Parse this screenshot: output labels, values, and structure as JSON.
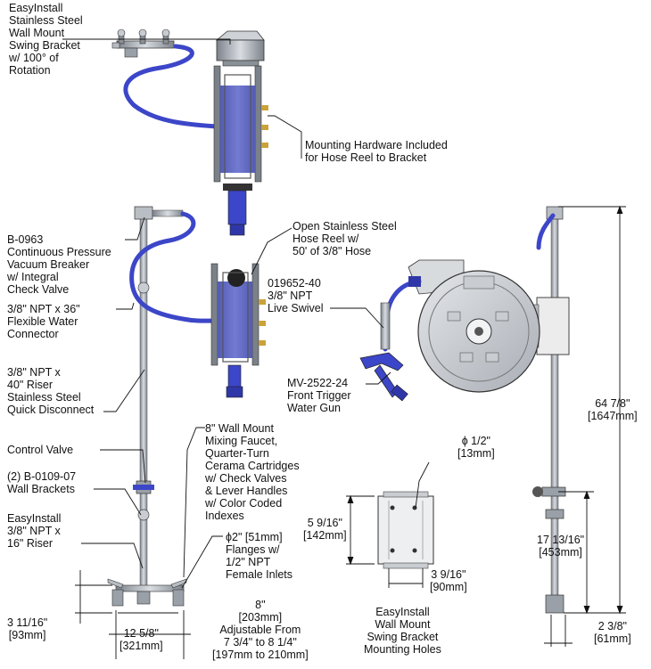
{
  "labels": {
    "swing_bracket": "EasyInstall\nStainless Steel\nWall Mount\nSwing Bracket\nw/ 100° of\nRotation",
    "mounting_hardware": "Mounting Hardware Included\nfor Hose Reel to Bracket",
    "vacuum_breaker": "B-0963\nContinuous Pressure\nVacuum Breaker\nw/ Integral\nCheck Valve",
    "flex_connector": "3/8\" NPT x 36\"\nFlexible Water\nConnector",
    "riser": "3/8\" NPT x\n40\" Riser\nStainless Steel\nQuick Disconnect",
    "control_valve": "Control Valve",
    "wall_brackets": "(2) B-0109-07\nWall Brackets",
    "easyinstall_riser": "EasyInstall\n3/8\" NPT x\n16\" Riser",
    "hose_reel": "Open Stainless Steel\nHose Reel w/\n50' of 3/8\" Hose",
    "live_swivel": "019652-40\n3/8\" NPT\nLive Swivel",
    "water_gun": "MV-2522-24\nFront Trigger\nWater Gun",
    "mixing_faucet": "8\" Wall Mount\nMixing Faucet,\nQuarter-Turn\nCerama Cartridges\nw/ Check Valves\n& Lever Handles\nw/ Color Coded\nIndexes",
    "flanges": "ϕ2\" [51mm]\nFlanges w/\n1/2\" NPT\nFemale Inlets",
    "mounting_holes": "EasyInstall\nWall Mount\nSwing Bracket\nMounting Holes"
  },
  "dimensions": {
    "hole_dia": "ϕ 1/2\"\n[13mm]",
    "bracket_height": "5 9/16\"\n[142mm]",
    "bracket_width": "3 9/16\"\n[90mm]",
    "overall_height": "64 7/8\"\n[1647mm]",
    "lower_height": "17 13/16\"\n[453mm]",
    "side_offset": "2 3/8\"\n[61mm]",
    "faucet_depth": "3 11/16\"\n[93mm]",
    "faucet_width": "12 5/8\"\n[321mm]",
    "centers": "8\"\n[203mm]\nAdjustable From\n7 3/4\" to 8 1/4\"\n[197mm to 210mm]"
  },
  "colors": {
    "hose": "#3c46c8",
    "steel": "#9aa0a8",
    "line": "#111111"
  }
}
